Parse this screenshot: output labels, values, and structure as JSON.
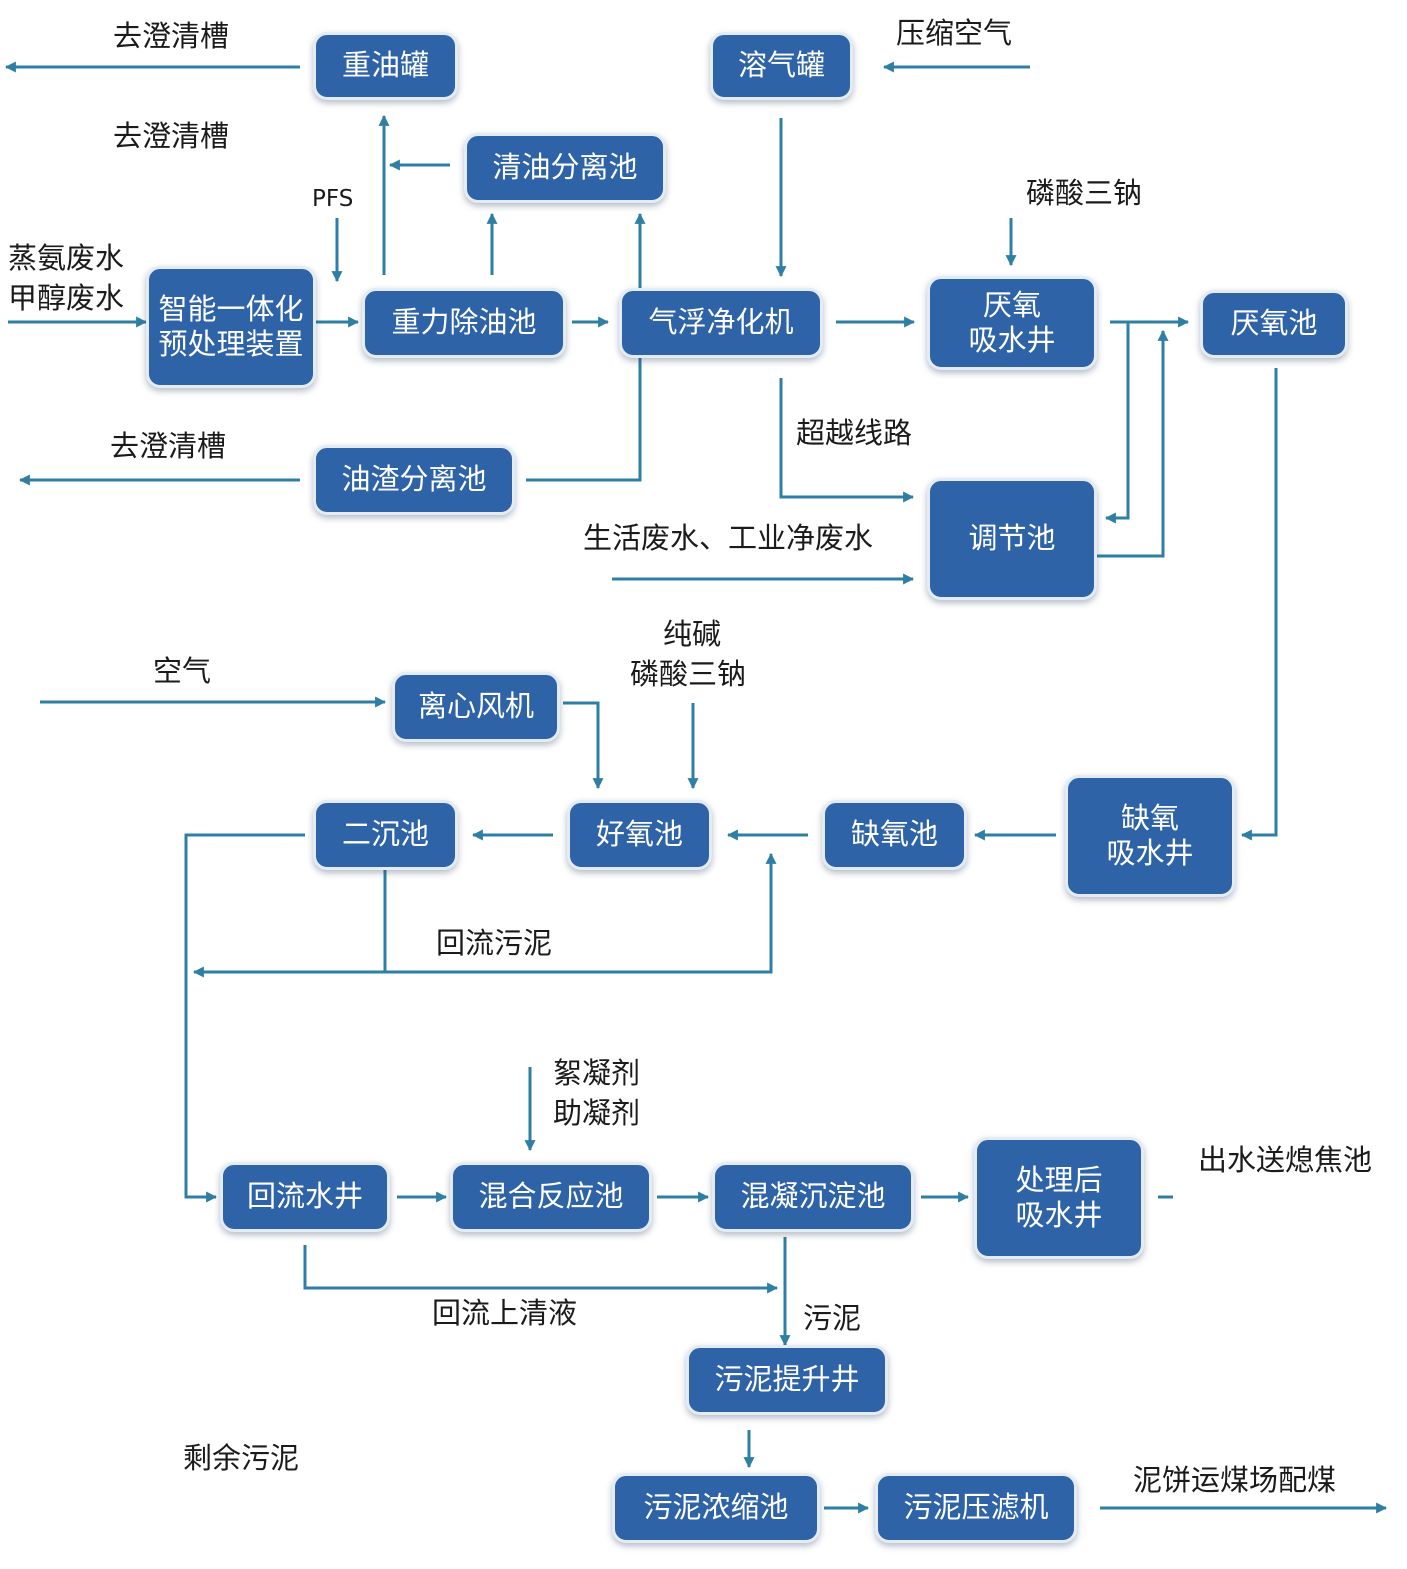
{
  "colors": {
    "box_fill": "#2e63a8",
    "box_border": "#e3ebf5",
    "line": "#2e7fa3",
    "text": "#1b1b1b",
    "box_text": "#ffffff"
  },
  "boxes": {
    "heavy_oil_tank": "重油罐",
    "dissolved_air_tank": "溶气罐",
    "clear_oil_separator": "清油分离池",
    "pretreatment_l1": "智能一体化",
    "pretreatment_l2": "预处理装置",
    "gravity_deoiling": "重力除油池",
    "air_flotation": "气浮净化机",
    "anaerobic_well_l1": "厌氧",
    "anaerobic_well_l2": "吸水井",
    "anaerobic_tank": "厌氧池",
    "oil_residue_separator": "油渣分离池",
    "regulating_tank": "调节池",
    "centrifugal_fan": "离心风机",
    "secondary_clarifier": "二沉池",
    "aerobic_tank": "好氧池",
    "anoxic_tank": "缺氧池",
    "anoxic_well_l1": "缺氧",
    "anoxic_well_l2": "吸水井",
    "return_well": "回流水井",
    "mixing_reaction": "混合反应池",
    "coag_sedimentation": "混凝沉淀池",
    "treated_well_l1": "处理后",
    "treated_well_l2": "吸水井",
    "sludge_lift_well": "污泥提升井",
    "sludge_thickener": "污泥浓缩池",
    "sludge_filter_press": "污泥压滤机"
  },
  "labels": {
    "to_clarifier_1": "去澄清槽",
    "to_clarifier_2": "去澄清槽",
    "to_clarifier_3": "去澄清槽",
    "compressed_air": "压缩空气",
    "pfs": "PFS",
    "ammonia_wastewater": "蒸氨废水",
    "methanol_wastewater": "甲醇废水",
    "trisodium_phosphate_1": "磷酸三钠",
    "bypass_line": "超越线路",
    "domestic_industrial_wastewater": "生活废水、工业净废水",
    "air": "空气",
    "soda_ash": "纯碱",
    "trisodium_phosphate_2": "磷酸三钠",
    "return_sludge": "回流污泥",
    "flocculant": "絮凝剂",
    "coagulant_aid": "助凝剂",
    "effluent": "出水送熄焦池",
    "return_supernatant": "回流上清液",
    "sludge": "污泥",
    "excess_sludge": "剩余污泥",
    "cake_transport": "泥饼运煤场配煤"
  }
}
